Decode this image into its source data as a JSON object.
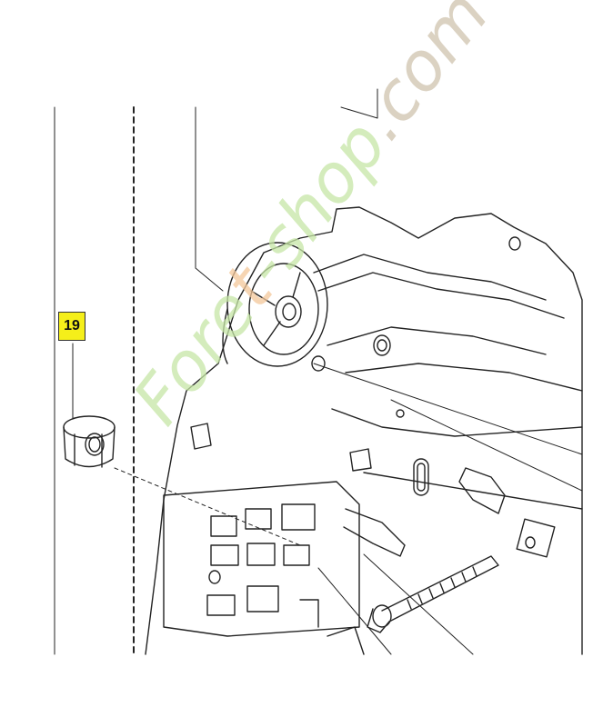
{
  "callout": {
    "label": "19",
    "fill": "#f5ef1a"
  },
  "watermark": {
    "part1": "Fore",
    "part2": "t",
    "part3": "-shop",
    "part4": ".com",
    "color_green": "#c6e6a6",
    "color_orange": "#f3c79a",
    "color_tan": "#cfc3ae"
  },
  "colors": {
    "line": "#222222",
    "dash": "#111111"
  }
}
